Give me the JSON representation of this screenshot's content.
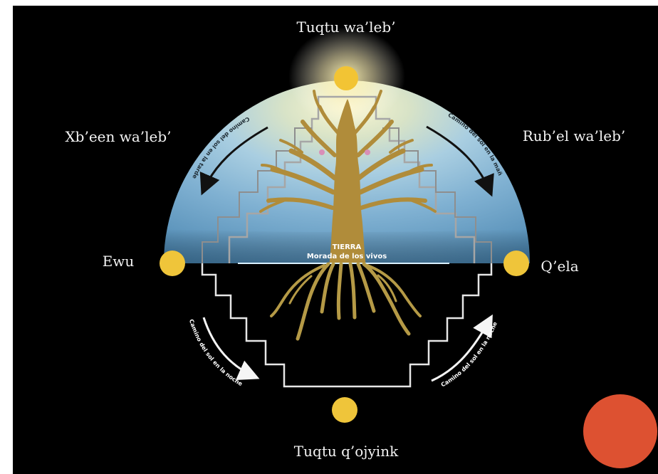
{
  "directions": {
    "top": "Tuqtu wa’leb’",
    "top_left": "Xb’een wa’leb’",
    "top_right": "Rub’el wa’leb’",
    "left": "Ewu",
    "right": "Q’ela",
    "bottom": "Tuqtu q’ojyink"
  },
  "paths": {
    "afternoon": "Camino del sol en la tarde",
    "morning": "Camino del sol en la mañana",
    "night_left": "Camino del sol en la noche",
    "night_right": "Camino del sol en la noche"
  },
  "center": {
    "title": "TIERRA",
    "subtitle": "Morada de los vivos"
  },
  "colors": {
    "background": "#000000",
    "sky_top": "#f1ecb7",
    "sky_bottom": "#4f8cb6",
    "sun": "#f2c434",
    "tree": "#b08c3a",
    "roots": "#b59a46",
    "outline": "#e8e8e8",
    "red_circle": "#dd5131"
  }
}
